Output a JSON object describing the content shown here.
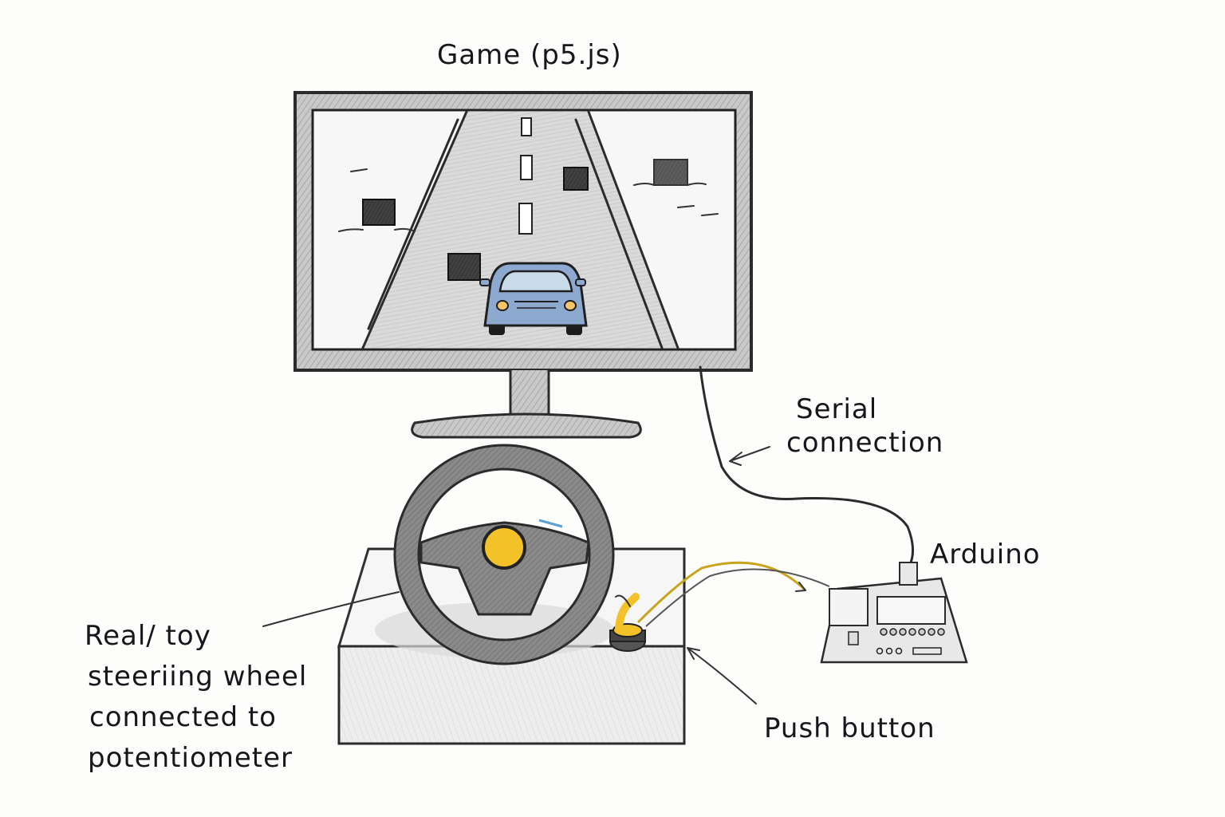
{
  "title": "Steering wheel game setup sketch",
  "labels": {
    "game": "Game (p5.js)",
    "serial_line1": "Serial",
    "serial_line2": "connection",
    "arduino": "Arduino",
    "wheel_line1": "Real/ toy",
    "wheel_line2": "steeriing wheel",
    "wheel_line3": "connected to",
    "wheel_line4": "potentiometer",
    "push_button": "Push button"
  },
  "colors": {
    "ink": "#15171c",
    "pencil": "#2b2b2b",
    "shading": "#bdbdbd",
    "car_body": "#8ea9cf",
    "accent_yellow": "#f2c228",
    "headlight": "#f4c36a",
    "paper": "#fdfdfc"
  },
  "components": [
    "monitor",
    "game-screen",
    "car",
    "obstacles",
    "steering-wheel",
    "base-box",
    "push-button",
    "arduino-board",
    "serial-cable",
    "button-wires"
  ]
}
